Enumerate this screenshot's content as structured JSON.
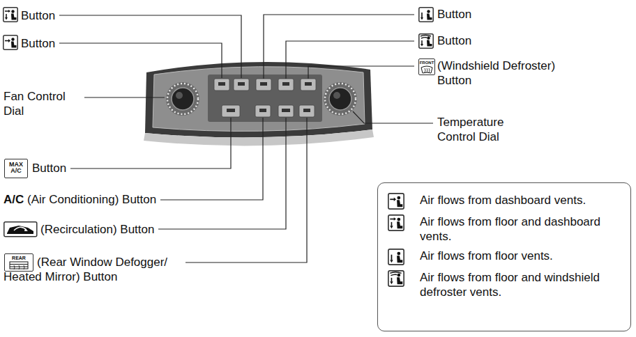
{
  "diagram": {
    "labels": [
      "Button",
      "Button",
      "Fan Control Dial",
      "MAX A/C",
      "Button",
      "A/C",
      "(Air Conditioning) Button",
      "(Recirculation) Button",
      "REAR",
      "(Rear Window Defogger/ Heated Mirror) Button",
      "Button",
      "Button",
      "FRONT",
      "(Windshield Defroster) Button",
      "Temperature Control Dial"
    ],
    "legend": [
      {
        "text": "Air flows from dashboard vents."
      },
      {
        "text": "Air flows from floor and dashboard vents."
      },
      {
        "text": "Air flows from floor vents."
      },
      {
        "text": "Air flows from floor and windshield defroster vents."
      }
    ]
  }
}
